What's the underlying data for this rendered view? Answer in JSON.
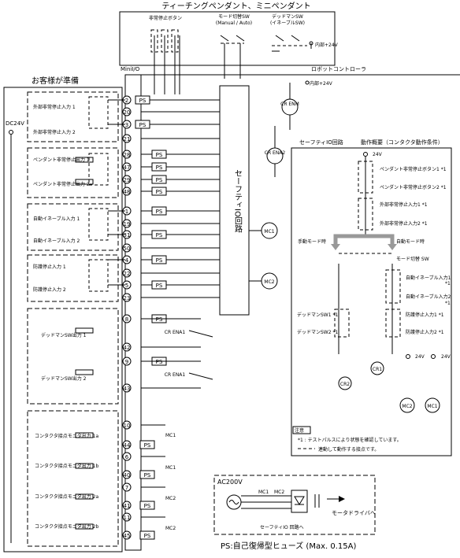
{
  "titles": {
    "pendant": "ティーチングペンダント、ミニペンダント",
    "customer": "お客様が準備",
    "minio": "MiniI/O",
    "robot_controller": "ロボットコントローラ",
    "ps_note": "PS:自己復帰型ヒューズ (Max. 0.15A)"
  },
  "pendant_labels": {
    "estop_button": "非常停止ボタン",
    "mode_sw": "モード切替SW",
    "mode_sw_sub": "(Manual / Auto)",
    "deadman_sw": "デッドマンSW",
    "deadman_sw_sub": "(イネーブルSW)",
    "internal_24v": "内部+24V"
  },
  "controller_labels": {
    "internal_24v": "内部+24V",
    "cr_enm": "CR ENM",
    "cr_ena2": "CR ENA2",
    "safety_io": "セーフティIO回路",
    "mc1": "MC1",
    "mc2": "MC2",
    "cr_ena1_a": "CR ENA1",
    "cr_ena1_b": "CR ENA1"
  },
  "ps_label": "PS",
  "dc24v": "DC24V",
  "customer_items": [
    "外部非常停止入力 1",
    "外部非常停止入力 2",
    "ペンダント非常停止出力 1",
    "ペンダント非常停止出力 2",
    "自動イネーブル入力 1",
    "自動イネーブル入力 2",
    "防護停止入力 1",
    "防護停止入力 2",
    "デッドマンSW出力 1",
    "デッドマンSW出力 2",
    "コンタクタ接点モニタ出力 1a",
    "コンタクタ接点モニタ出力 1b",
    "コンタクタ接点モニタ出力 2a",
    "コンタクタ接点モニタ出力 2b"
  ],
  "pins": [
    "2",
    "20",
    "3",
    "21",
    "28",
    "47",
    "29",
    "48",
    "1",
    "19",
    "31",
    "50",
    "4",
    "22",
    "5",
    "23",
    "8",
    "42",
    "9",
    "43",
    "10",
    "44",
    "6",
    "40",
    "7",
    "41",
    "11",
    "45"
  ],
  "op": {
    "title": "セーフティIO回路",
    "subtitle": "動作概要（コンタクタ動作条件）",
    "v24": "24V",
    "contacts": [
      "ペンダント非常停止ボタン1 *1",
      "ペンダント非常停止ボタン2 *1",
      "外部非常停止入力1 *1",
      "外部非常停止入力2 *1"
    ],
    "manual": "手動モード時",
    "auto": "自動モード時",
    "mode_sw": "モード切替 SW",
    "auto_en1": "自動イネーブル入力1",
    "auto_en2": "自動イネーブル入力2",
    "star1": "*1",
    "deadman1": "デッドマンSW1 *1",
    "deadman2": "デッドマンSW2 *1",
    "guard1": "防護停止入力1 *1",
    "guard2": "防護停止入力2 *1",
    "cr1": "CR1",
    "cr2": "CR2",
    "mc1": "MC1",
    "mc2": "MC2",
    "note_title": "注意",
    "note1": "*1 : テストパルスにより状態を確認しています。",
    "note2": "連動して動作する接点です。"
  },
  "power": {
    "ac200v": "AC200V",
    "mc1": "MC1",
    "mc2": "MC2",
    "to_safety": "セーフティIO 回路へ",
    "to_driver": "モータドライバへ"
  }
}
